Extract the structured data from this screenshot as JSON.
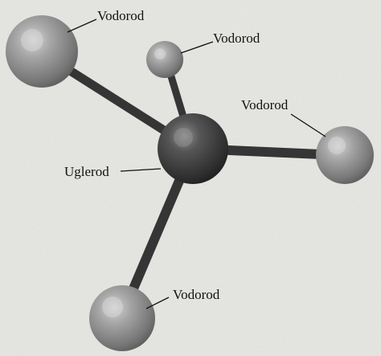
{
  "molecule": {
    "atoms": {
      "carbon": {
        "label": "Uglerod",
        "color": "#3e3e3e"
      },
      "hydrogen_top_left": {
        "label": "Vodorod",
        "color": "#8a8a8a"
      },
      "hydrogen_top": {
        "label": "Vodorod",
        "color": "#8a8a8a"
      },
      "hydrogen_right": {
        "label": "Vodorod",
        "color": "#8a8a8a"
      },
      "hydrogen_bottom": {
        "label": "Vodorod",
        "color": "#8a8a8a"
      }
    },
    "bond_color": "#353535"
  }
}
